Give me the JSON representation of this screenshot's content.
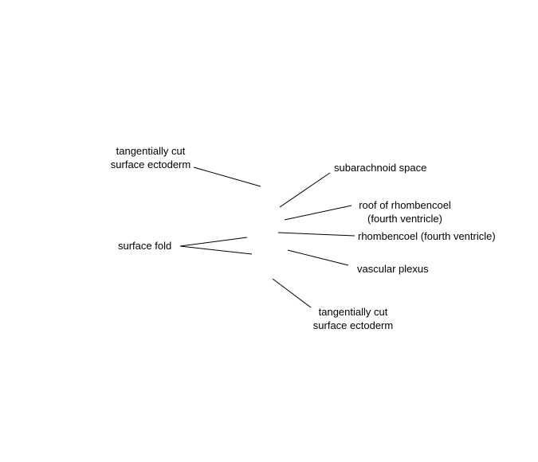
{
  "labels": {
    "tangential_upper": {
      "line1": "tangentially cut",
      "line2": "surface ectoderm"
    },
    "surface_fold": "surface fold",
    "subarachnoid_space": "subarachnoid space",
    "roof_rhombencoel": {
      "line1": "roof of rhombencoel",
      "line2": "(fourth ventricle)"
    },
    "rhombencoel": "rhombencoel (fourth ventricle)",
    "vascular_plexus": "vascular plexus",
    "tangential_lower": {
      "line1": "tangentially cut",
      "line2": "surface ectoderm"
    }
  }
}
